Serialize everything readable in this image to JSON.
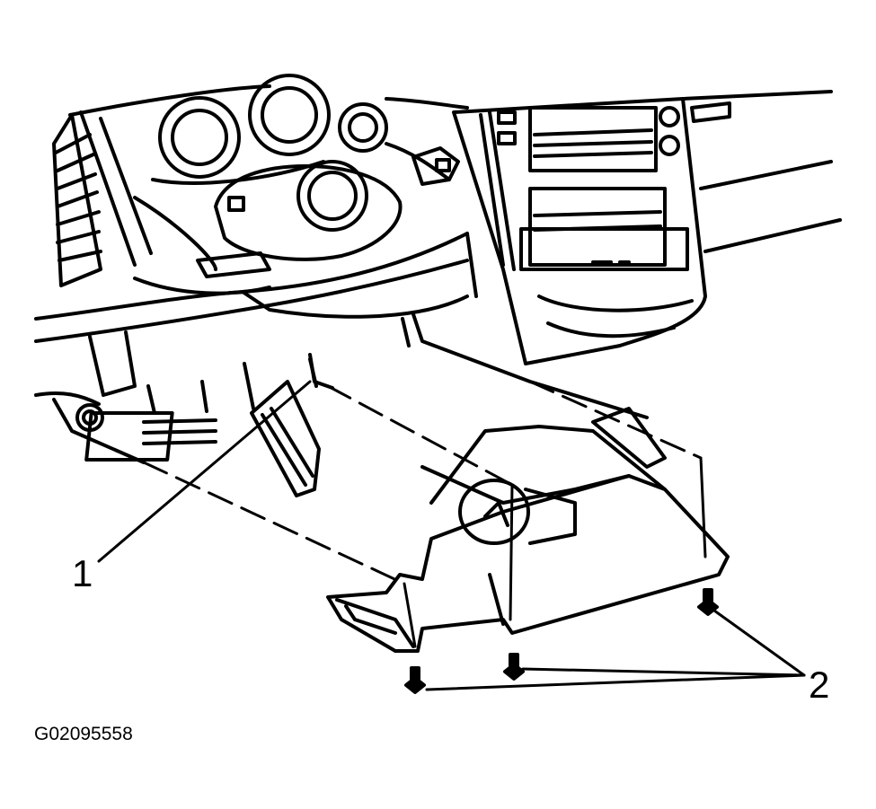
{
  "callouts": [
    {
      "id": "1",
      "label": "1"
    },
    {
      "id": "2",
      "label": "2"
    }
  ],
  "figure_id": "G02095558",
  "colors": {
    "ink": "#000000",
    "paper": "#ffffff"
  }
}
